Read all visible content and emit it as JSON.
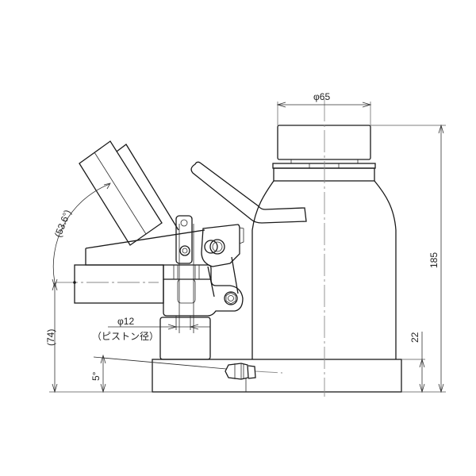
{
  "drawing": {
    "subject": "hydraulic-jack-side-view",
    "colors": {
      "line": "#1a1a1a",
      "centerline": "#8a8a8a",
      "dimension": "#333333",
      "background": "#ffffff"
    },
    "dimensions": {
      "saddle_diameter": "φ65",
      "total_height": "185",
      "base_height": "22",
      "pump_height": "(74)",
      "lever_angle": "(53.6°)",
      "base_tilt_angle": "5°",
      "piston_diameter": "φ12",
      "piston_note": "（ピストン径）"
    }
  }
}
